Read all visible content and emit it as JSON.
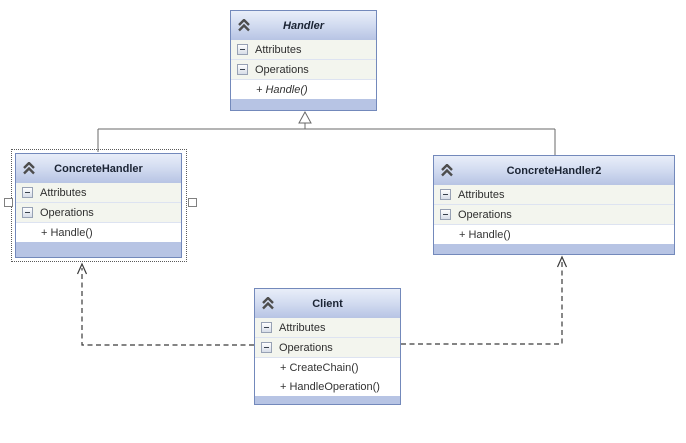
{
  "diagram_type": "uml-class-diagram",
  "classes": [
    {
      "title": "Handler",
      "abstract": true,
      "sections": [
        "Attributes",
        "Operations"
      ],
      "members": [
        "+ Handle()"
      ]
    },
    {
      "title": "ConcreteHandler",
      "selected": true,
      "sections": [
        "Attributes",
        "Operations"
      ],
      "members": [
        "+ Handle()"
      ]
    },
    {
      "title": "ConcreteHandler2",
      "sections": [
        "Attributes",
        "Operations"
      ],
      "members": [
        "+ Handle()"
      ]
    },
    {
      "title": "Client",
      "sections": [
        "Attributes",
        "Operations"
      ],
      "members": [
        "+ CreateChain()",
        "+ HandleOperation()"
      ]
    }
  ],
  "relationships": [
    {
      "type": "inheritance",
      "from": "ConcreteHandler",
      "to": "Handler"
    },
    {
      "type": "inheritance",
      "from": "ConcreteHandler2",
      "to": "Handler"
    },
    {
      "type": "dependency",
      "from": "Client",
      "to": "ConcreteHandler",
      "style": "dashed-open-arrow"
    },
    {
      "type": "dependency",
      "from": "Client",
      "to": "ConcreteHandler2",
      "style": "dashed-open-arrow"
    }
  ],
  "icons": {
    "collapse": "chevron-up-double-icon",
    "section": "minus-box-icon"
  },
  "colors": {
    "box_border": "#7389bb",
    "header_top": "#e9eef9",
    "header_bottom": "#b7c4e4",
    "section_row": "#f3f5ee",
    "section_separator": "#dde3f1",
    "footer_strip": "#b7c4e4",
    "inheritance_line": "#696969",
    "dependency_line": "#3a3a3a",
    "selection_border": "#5a5a5a"
  }
}
